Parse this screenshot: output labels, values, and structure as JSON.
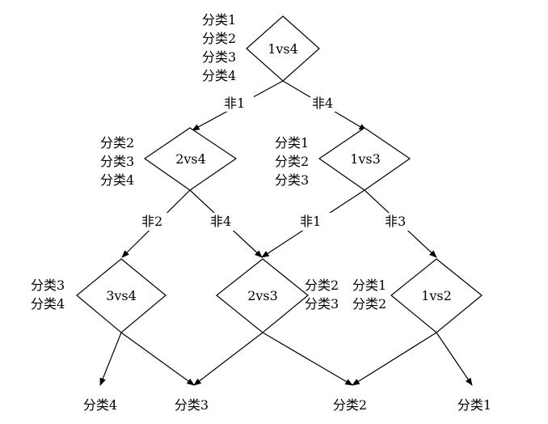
{
  "nodes": {
    "root": {
      "label": "1vs4",
      "classes": [
        "分类1",
        "分类2",
        "分类3",
        "分类4"
      ]
    },
    "n24": {
      "label": "2vs4",
      "classes": [
        "分类2",
        "分类3",
        "分类4"
      ]
    },
    "n13": {
      "label": "1vs3",
      "classes": [
        "分类1",
        "分类2",
        "分类3"
      ]
    },
    "n34": {
      "label": "3vs4",
      "classes": [
        "分类3",
        "分类4"
      ]
    },
    "n23": {
      "label": "2vs3",
      "classes": [
        "分类2",
        "分类3"
      ]
    },
    "n12": {
      "label": "1vs2",
      "classes": [
        "分类1",
        "分类2"
      ]
    }
  },
  "edges": {
    "root_not1": "非1",
    "root_not4": "非4",
    "n24_not2": "非2",
    "n24_not4": "非4",
    "n13_not1": "非1",
    "n13_not3": "非3"
  },
  "outputs": {
    "c4": "分类4",
    "c3": "分类3",
    "c2": "分类2",
    "c1": "分类1"
  }
}
